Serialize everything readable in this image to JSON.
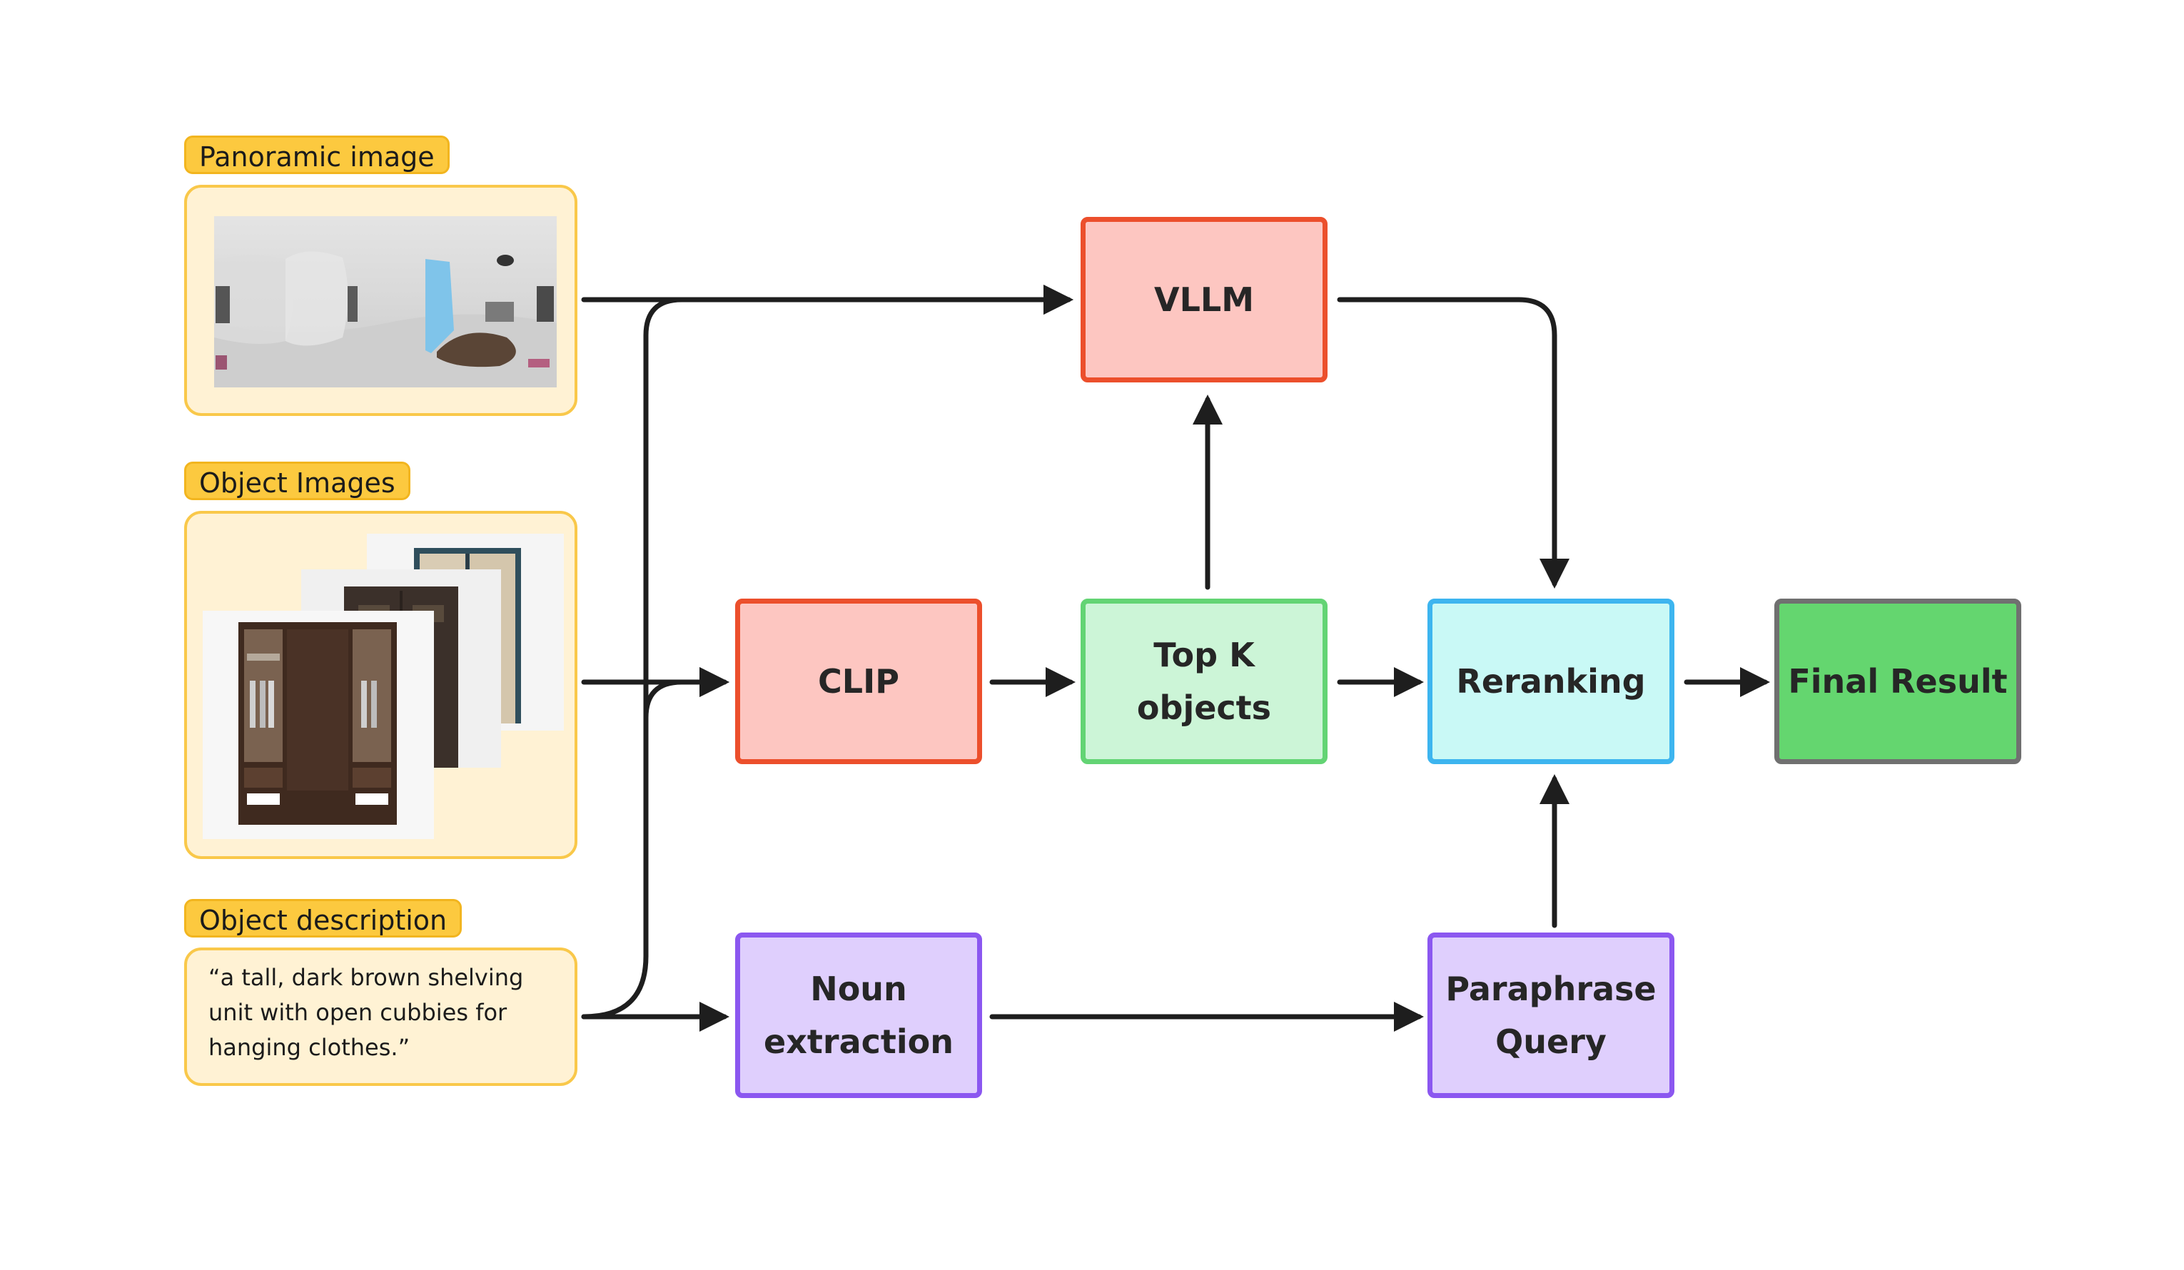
{
  "inputs": {
    "panoramic_label": "Panoramic image",
    "object_images_label": "Object Images",
    "object_description_label": "Object description",
    "object_description_text": "“a tall, dark brown shelving unit with open cubbies for hanging clothes.”"
  },
  "nodes": {
    "vllm": "VLLM",
    "clip": "CLIP",
    "topk": "Top K objects",
    "reranking": "Reranking",
    "final": "Final Result",
    "noun": "Noun extraction",
    "paraphrase": "Paraphrase Query"
  },
  "colors": {
    "input_tag": "#fcc93f",
    "input_box": "#fff2d4",
    "red_node": "#fdc6c1",
    "red_border": "#ec4f2c",
    "green_node": "#ccf5d7",
    "cyan_node": "#c9f9f6",
    "final_node": "#64d66f",
    "purple_node": "#dfcffd",
    "arrow": "#1e1e1e"
  }
}
